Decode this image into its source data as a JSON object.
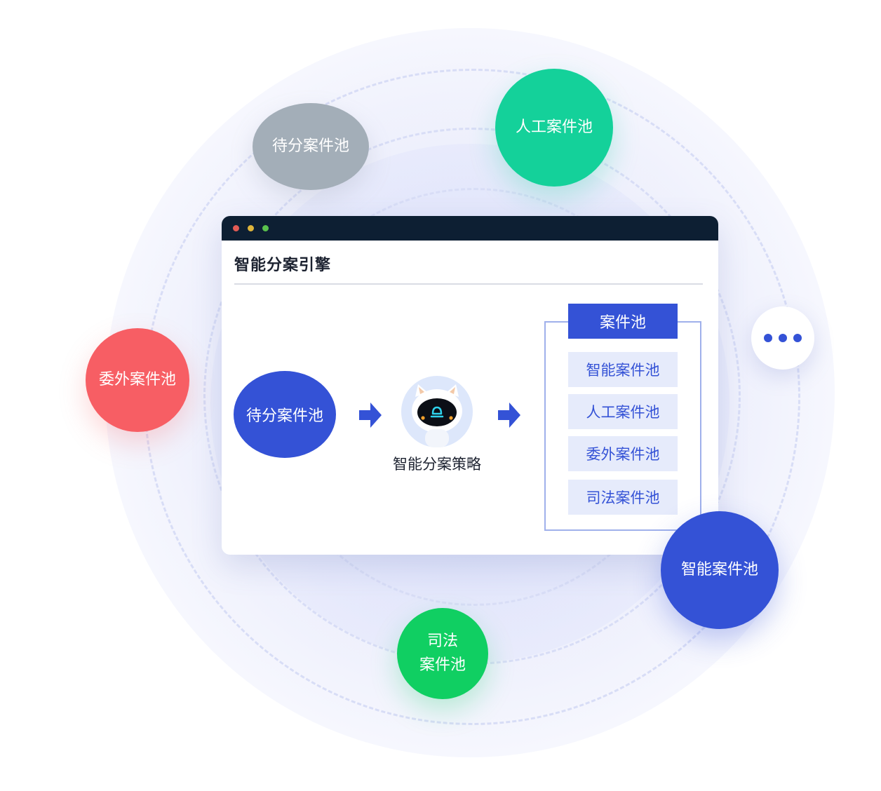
{
  "orbit_pools": {
    "pending": "待分案件池",
    "manual": "人工案件池",
    "outsourced": "委外案件池",
    "judicial_line1": "司法",
    "judicial_line2": "案件池",
    "smart": "智能案件池"
  },
  "window": {
    "title": "智能分案引擎",
    "input_pool": "待分案件池",
    "strategy_label": "智能分案策略",
    "pool_header": "案件池",
    "pool_items": [
      "智能案件池",
      "人工案件池",
      "委外案件池",
      "司法案件池"
    ]
  },
  "colors": {
    "primary_blue": "#3452d6",
    "manual_green": "#14d19a",
    "judicial_green": "#10cf62",
    "outsource_red": "#f75e64",
    "pending_gray": "#a3aeb8",
    "titlebar_navy": "#0d1f33"
  },
  "icons": {
    "more": "more-dots-icon",
    "flow_arrow": "arrow-right-icon",
    "strategy": "robot-avatar-icon"
  }
}
